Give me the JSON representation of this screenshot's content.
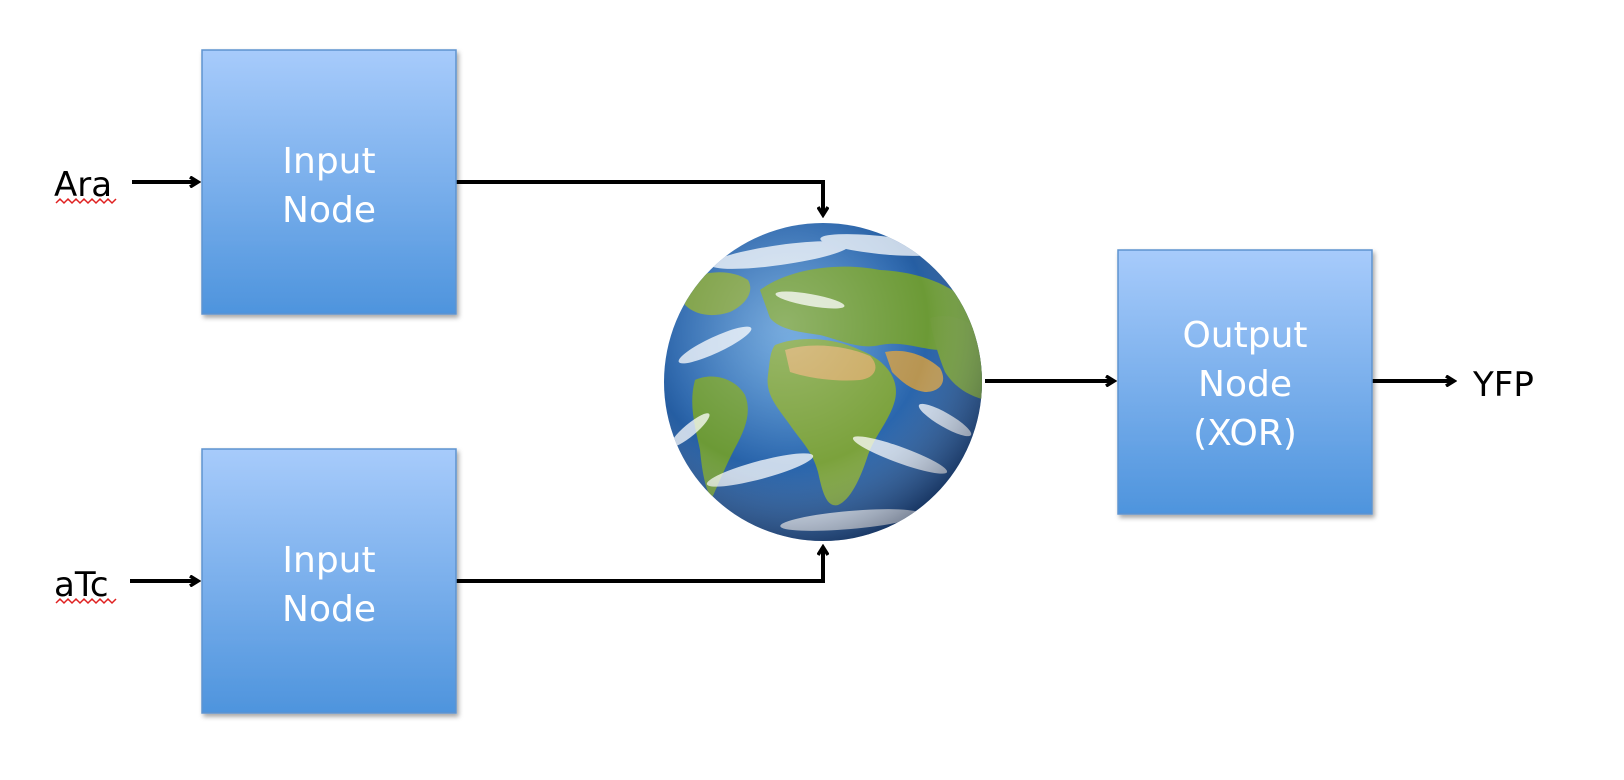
{
  "inputs": [
    {
      "signal": "Ara",
      "node_line1": "Input",
      "node_line2": "Node"
    },
    {
      "signal": "aTc",
      "node_line1": "Input",
      "node_line2": "Node"
    }
  ],
  "output": {
    "node_line1": "Output",
    "node_line2": "Node",
    "node_line3": "(XOR)",
    "signal": "YFP"
  },
  "center_icon": "earth-globe-icon",
  "colors": {
    "node_top": "#a7cbfb",
    "node_bottom": "#4e94dd",
    "node_border": "#5f93cf",
    "ocean": "#2d6db5",
    "land": "#6c9a36",
    "arrow": "#000000",
    "spellcheck_underline": "#e02020"
  }
}
